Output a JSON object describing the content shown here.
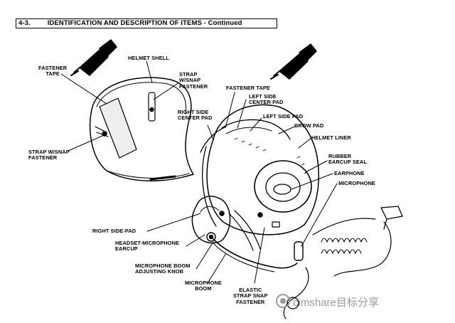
{
  "header": {
    "number": "4-3.",
    "title": "IDENTIFICATION AND DESCRIPTION OF ITEMS - Continued"
  },
  "labels": {
    "helmet_shell": "HELMET SHELL",
    "fastener_tape_left": "FASTENER\nTAPE",
    "strap_snap_top": "STRAP\nW/SNAP\nFASTENER",
    "strap_snap_left": "STRAP W/SNAP\nFASTENER",
    "fastener_tape_right": "FASTENER TAPE",
    "left_side_center_pad": "LEFT SIDE\nCENTER PAD",
    "right_side_center_pad": "RIGHT SIDE\nCENTER PAD",
    "left_side_pad": "LEFT SIDE PAD",
    "brow_pad": "BROW PAD",
    "helmet_liner": "HELMET LINER",
    "rubber_earcup_seal": "RUBBER\nEARCUP SEAL",
    "earphone": "EARPHONE",
    "microphone": "MICROPHONE",
    "right_side_pad": "RIGHT SIDE-PAD",
    "headset_microphone_earcup": "HEADSET-MICROPHONE\nEARCUP",
    "microphone_boom_adjusting_knob": "MICROPHONE BOOM\nADJUSTING KNOB",
    "microphone_boom": "MICROPHONE\nBOOM",
    "elastic_strap_snap_fastener": "ELASTIC\nSTRAP SNAP\nFASTENER"
  },
  "watermark": "cimshare目标分享"
}
